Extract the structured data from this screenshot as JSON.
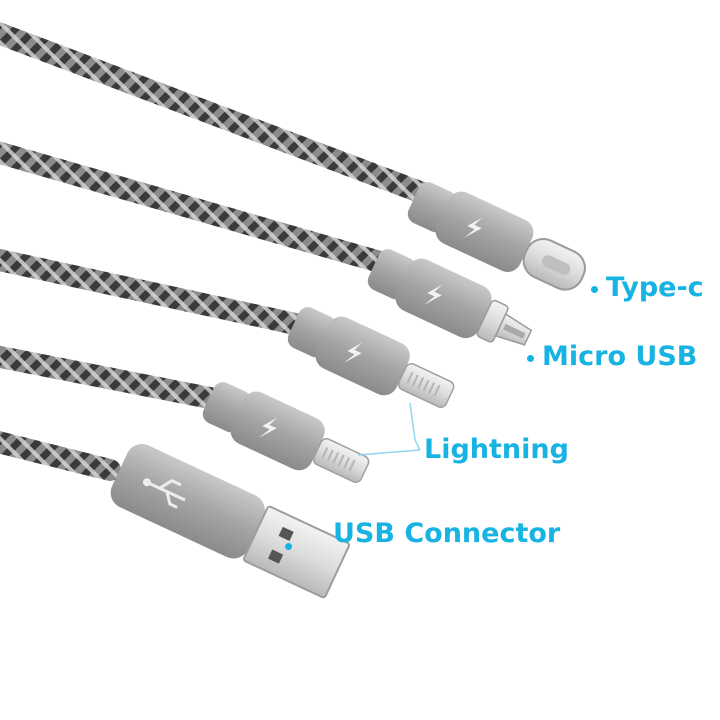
{
  "accent_color": "#17b3e3",
  "labels": {
    "type_c": "Type-c",
    "micro_usb": "Micro USB",
    "lightning": "Lightning",
    "usb_connector": "USB Connector"
  },
  "icons": {
    "connector_mark": "lightning-bolt-icon",
    "usb_mark": "usb-trident-icon"
  }
}
